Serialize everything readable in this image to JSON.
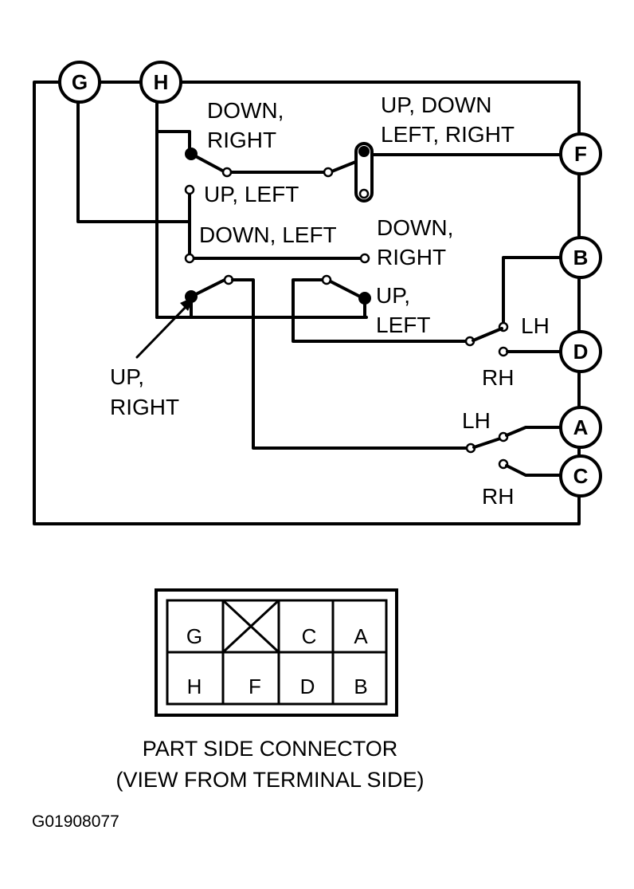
{
  "terminals": {
    "g": "G",
    "h": "H",
    "f": "F",
    "b": "B",
    "d": "D",
    "a": "A",
    "c": "C"
  },
  "labels": {
    "down_right_1": [
      "DOWN,",
      "RIGHT"
    ],
    "up_down_left_right": [
      "UP, DOWN",
      "LEFT, RIGHT"
    ],
    "up_left_1": "UP, LEFT",
    "down_left": "DOWN, LEFT",
    "down_right_2": [
      "DOWN,",
      "RIGHT"
    ],
    "up_left_2": [
      "UP,",
      "LEFT"
    ],
    "up_right": [
      "UP,",
      "RIGHT"
    ],
    "lh_1": "LH",
    "rh_1": "RH",
    "lh_2": "LH",
    "rh_2": "RH"
  },
  "connector": {
    "top_row": [
      "G",
      "",
      "C",
      "A"
    ],
    "bottom_row": [
      "H",
      "F",
      "D",
      "B"
    ]
  },
  "caption": [
    "PART SIDE CONNECTOR",
    "(VIEW FROM TERMINAL SIDE)"
  ],
  "figure_id": "G01908077"
}
